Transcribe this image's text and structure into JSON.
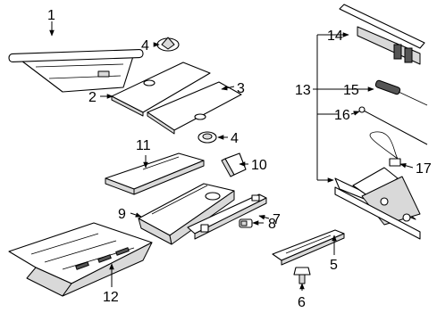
{
  "callouts": [
    {
      "id": "c1",
      "label": "1"
    },
    {
      "id": "c2",
      "label": "2"
    },
    {
      "id": "c3",
      "label": "3"
    },
    {
      "id": "c4a",
      "label": "4"
    },
    {
      "id": "c4b",
      "label": "4"
    },
    {
      "id": "c5",
      "label": "5"
    },
    {
      "id": "c6",
      "label": "6"
    },
    {
      "id": "c7",
      "label": "7"
    },
    {
      "id": "c8",
      "label": "8"
    },
    {
      "id": "c9",
      "label": "9"
    },
    {
      "id": "c10",
      "label": "10"
    },
    {
      "id": "c11",
      "label": "11"
    },
    {
      "id": "c12",
      "label": "12"
    },
    {
      "id": "c13",
      "label": "13"
    },
    {
      "id": "c14",
      "label": "14"
    },
    {
      "id": "c15",
      "label": "15"
    },
    {
      "id": "c16",
      "label": "16"
    },
    {
      "id": "c17",
      "label": "17"
    }
  ]
}
